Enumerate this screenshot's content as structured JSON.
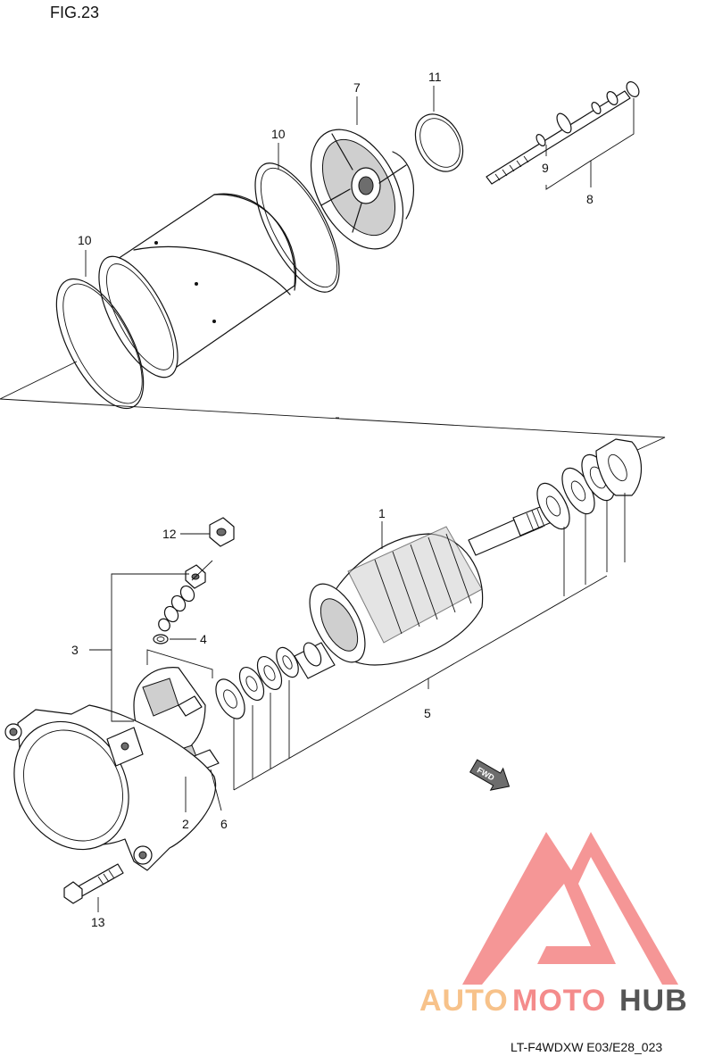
{
  "figure_label": "FIG.23",
  "drawing_code": "LT-F4WDXW E03/E28_023",
  "watermark": {
    "word_1": "AUTO",
    "word_2": "MOTO",
    "word_3": "HUB",
    "colors": {
      "triangle": "#f48b8b",
      "auto": "#f7c28a",
      "moto": "#f48b8b",
      "hub": "#555555"
    }
  },
  "callouts": {
    "c1": "1",
    "c2": "2",
    "c3": "3",
    "c4": "4",
    "c5": "5",
    "c6": "6",
    "c7": "7",
    "c8": "8",
    "c9": "9",
    "c10a": "10",
    "c10b": "10",
    "c11": "11",
    "c12": "12",
    "c13": "13"
  },
  "fwd_label": "FWD"
}
